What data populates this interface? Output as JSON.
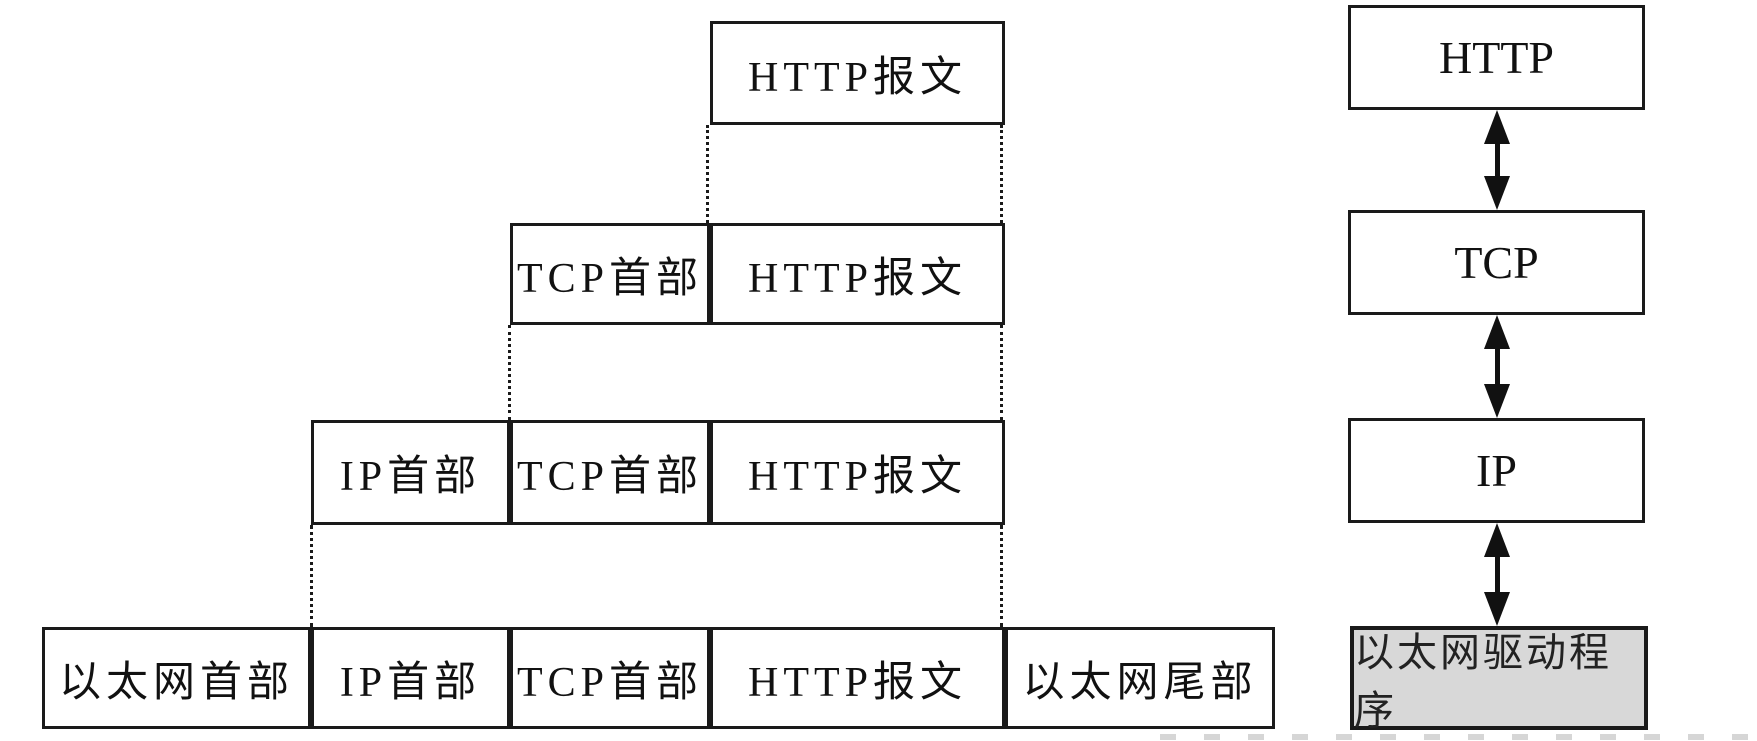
{
  "diagram_title": "TCP/IP encapsulation of HTTP message",
  "encapsulation_rows": [
    {
      "cells": [
        {
          "label": "HTTP报文"
        }
      ]
    },
    {
      "cells": [
        {
          "label": "TCP首部"
        },
        {
          "label": "HTTP报文"
        }
      ]
    },
    {
      "cells": [
        {
          "label": "IP首部"
        },
        {
          "label": "TCP首部"
        },
        {
          "label": "HTTP报文"
        }
      ]
    },
    {
      "cells": [
        {
          "label": "以太网首部"
        },
        {
          "label": "IP首部"
        },
        {
          "label": "TCP首部"
        },
        {
          "label": "HTTP报文"
        },
        {
          "label": "以太网尾部"
        }
      ]
    }
  ],
  "protocol_stack": [
    {
      "label": "HTTP",
      "fill": "#ffffff"
    },
    {
      "label": "TCP",
      "fill": "#ffffff"
    },
    {
      "label": "IP",
      "fill": "#ffffff"
    },
    {
      "label": "以太网驱动程序",
      "fill": "#d8d8d8"
    }
  ],
  "connectors": {
    "style": "dotted-vertical",
    "count": 6
  },
  "arrows": {
    "type": "double-headed-vertical",
    "count": 3,
    "color": "#111111"
  },
  "artifacts": {
    "bottom_edge": "faint-gray-dash-marks"
  },
  "colors": {
    "background": "#ffffff",
    "border": "#1a1a1a",
    "text": "#111111",
    "gray_fill": "#d8d8d8",
    "artifact": "#cccccc"
  }
}
